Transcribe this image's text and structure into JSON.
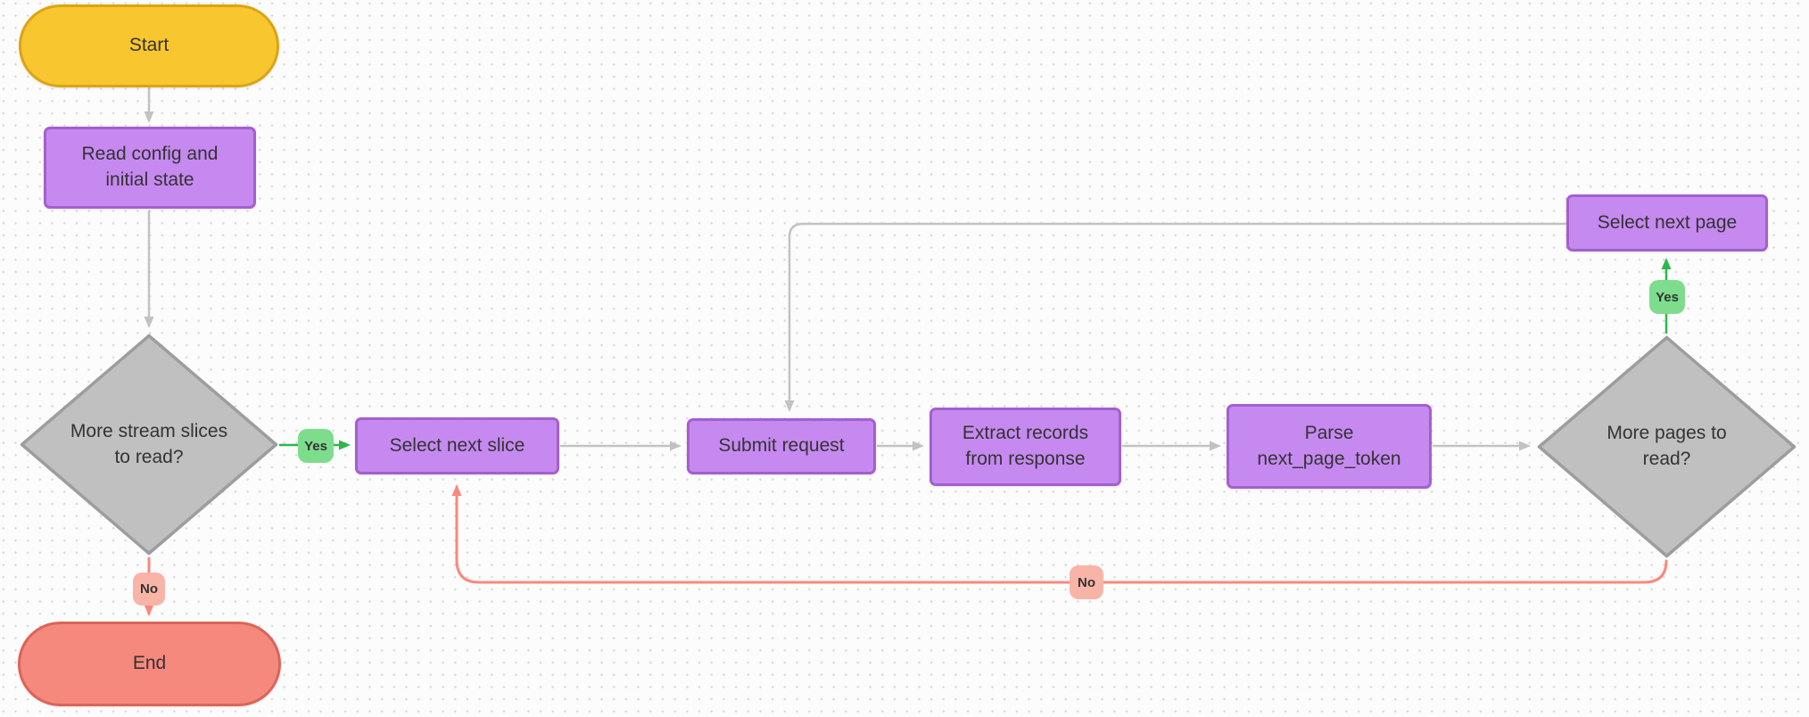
{
  "diagram_type": "flowchart",
  "nodes": {
    "start": {
      "label": "Start",
      "shape": "terminal"
    },
    "read_config": {
      "label": "Read config and initial state",
      "shape": "process"
    },
    "more_slices": {
      "label": "More stream slices to read?",
      "shape": "decision"
    },
    "select_slice": {
      "label": "Select next slice",
      "shape": "process"
    },
    "submit_request": {
      "label": "Submit request",
      "shape": "process"
    },
    "extract_records": {
      "label": "Extract records from response",
      "shape": "process"
    },
    "parse_token": {
      "label": "Parse next_page_token",
      "shape": "process"
    },
    "more_pages": {
      "label": "More pages to read?",
      "shape": "decision"
    },
    "select_page": {
      "label": "Select next page",
      "shape": "process"
    },
    "end": {
      "label": "End",
      "shape": "terminal"
    }
  },
  "edges": {
    "start_to_read_config": {
      "from": "start",
      "to": "read_config",
      "label": ""
    },
    "read_config_to_more_slices": {
      "from": "read_config",
      "to": "more_slices",
      "label": ""
    },
    "slices_yes": {
      "from": "more_slices",
      "to": "select_slice",
      "label": "Yes"
    },
    "slices_no": {
      "from": "more_slices",
      "to": "end",
      "label": "No"
    },
    "select_slice_to_submit": {
      "from": "select_slice",
      "to": "submit_request",
      "label": ""
    },
    "submit_to_extract": {
      "from": "submit_request",
      "to": "extract_records",
      "label": ""
    },
    "extract_to_parse": {
      "from": "extract_records",
      "to": "parse_token",
      "label": ""
    },
    "parse_to_more_pages": {
      "from": "parse_token",
      "to": "more_pages",
      "label": ""
    },
    "pages_yes": {
      "from": "more_pages",
      "to": "select_page",
      "label": "Yes"
    },
    "select_page_to_submit": {
      "from": "select_page",
      "to": "submit_request",
      "label": ""
    },
    "pages_no": {
      "from": "more_pages",
      "to": "select_slice",
      "label": "No"
    }
  },
  "colors": {
    "canvas_bg": "#FCFCFC",
    "grid_dot": "#DCDCDC",
    "text": "#333333",
    "start_fill": "#F8C62F",
    "start_border": "#DCA414",
    "process_fill": "#C689F0",
    "process_border": "#A45FCE",
    "decision_fill": "#C0C0C0",
    "decision_border": "#9D9D9D",
    "end_fill": "#F5897E",
    "end_border": "#DC6458",
    "yes_fill": "#7EDD8D",
    "no_fill": "#F9B4A8",
    "edge_gray": "#C2C2C2",
    "edge_green": "#2BB84C",
    "edge_salmon": "#F9897D"
  }
}
